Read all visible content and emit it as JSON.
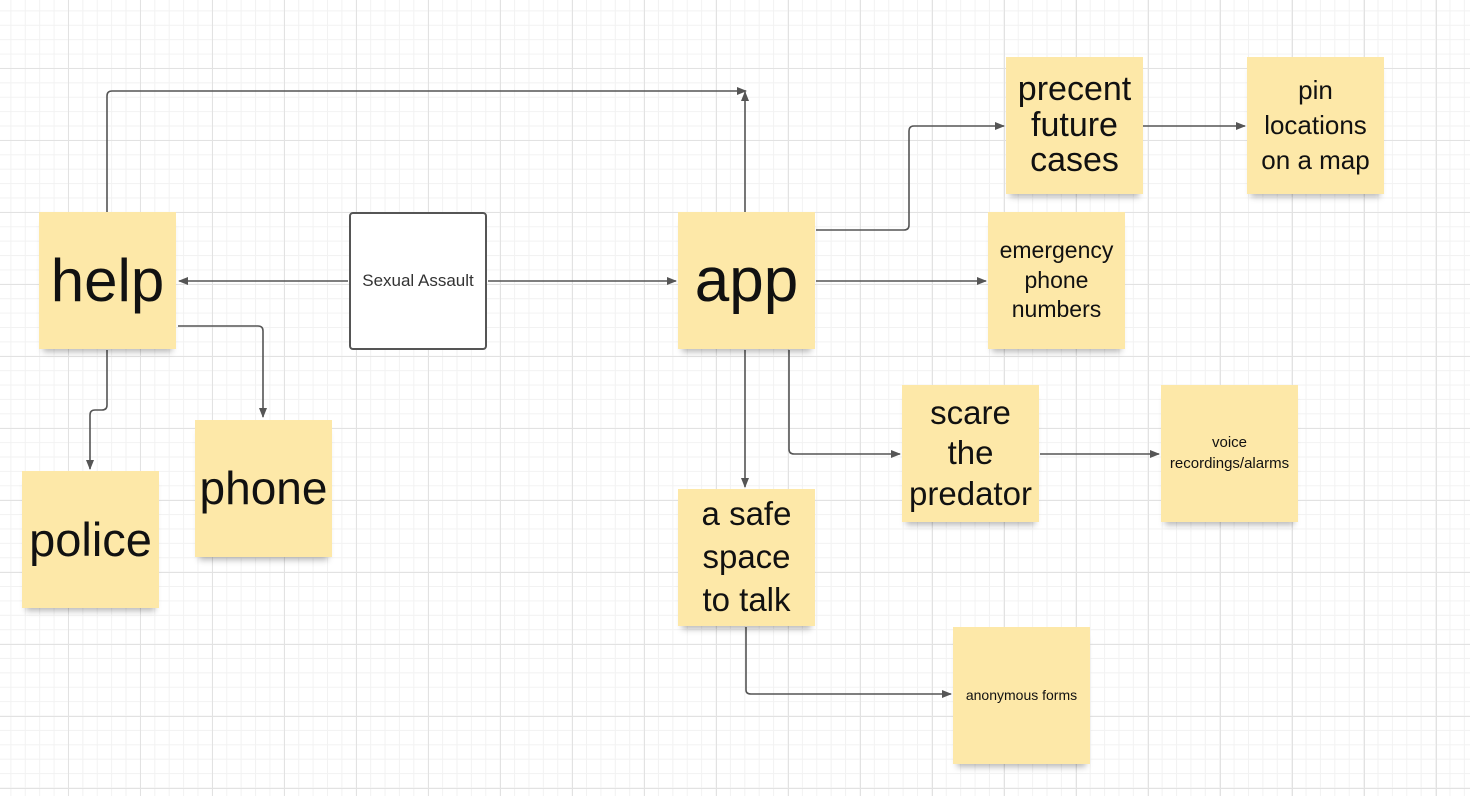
{
  "nodes": {
    "center": "Sexual Assault",
    "help": "help",
    "police": "police",
    "phone": "phone",
    "app": "app",
    "prevent": "precent future cases",
    "pin": "pin locations on a map",
    "emergency": "emergency phone numbers",
    "scare": "scare the predator",
    "voice": "voice recordings/alarms",
    "safe_space": "a safe space to talk",
    "anonymous": "anonymous forms"
  },
  "colors": {
    "sticky": "#fde8a8",
    "connector": "#555555",
    "grid": "#e2e2e2"
  }
}
